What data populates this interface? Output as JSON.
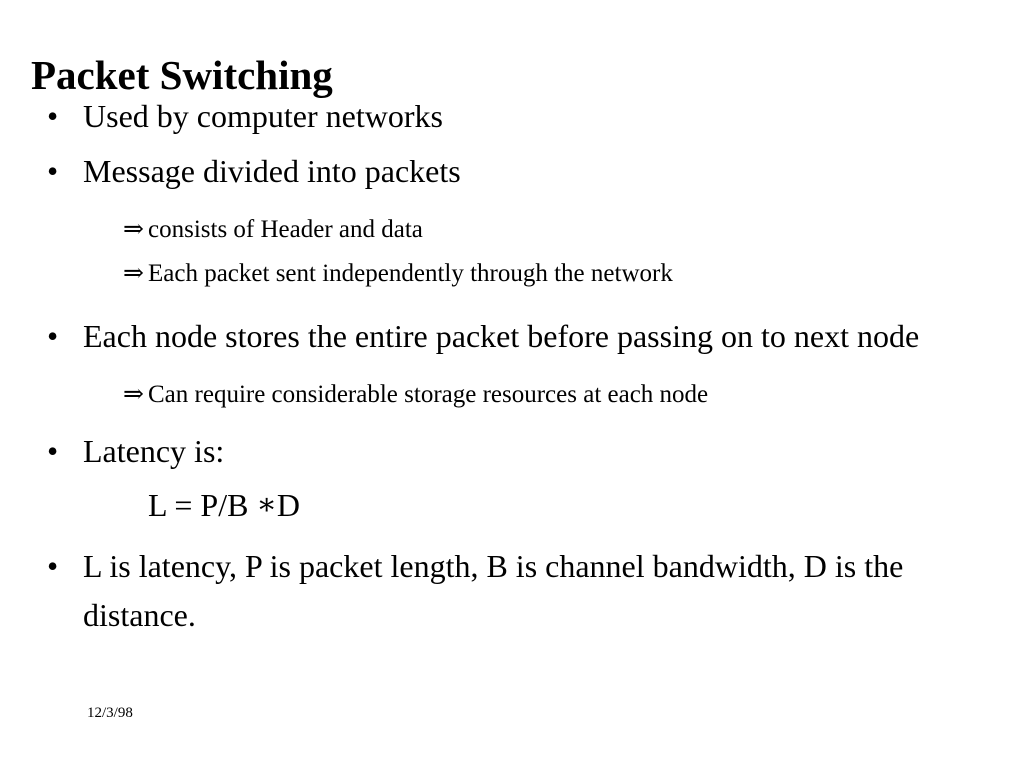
{
  "slide": {
    "title": "Packet Switching",
    "bullet_marker": "•",
    "subbullet_marker": "⇒",
    "footer_date": "12/3/98",
    "colors": {
      "background": "#ffffff",
      "text": "#000000"
    },
    "content": [
      {
        "level": 1,
        "text": "Used by computer networks"
      },
      {
        "level": 1,
        "text": "Message divided into packets"
      },
      {
        "level": 2,
        "text": "consists of Header and data"
      },
      {
        "level": 2,
        "text": "Each packet sent independently through the network"
      },
      {
        "level": 1,
        "text": "Each node stores the entire packet before passing on to next node"
      },
      {
        "level": 2,
        "text": "Can require considerable storage resources at each node"
      },
      {
        "level": 1,
        "text": "Latency is:"
      },
      {
        "level": 0,
        "text": "L = P/B *D",
        "formula": {
          "lhs": "L = P/B ",
          "star": "∗",
          "rhs": "D"
        }
      },
      {
        "level": 1,
        "text": "L is latency, P is packet length, B is channel bandwidth, D is the distance."
      }
    ]
  }
}
